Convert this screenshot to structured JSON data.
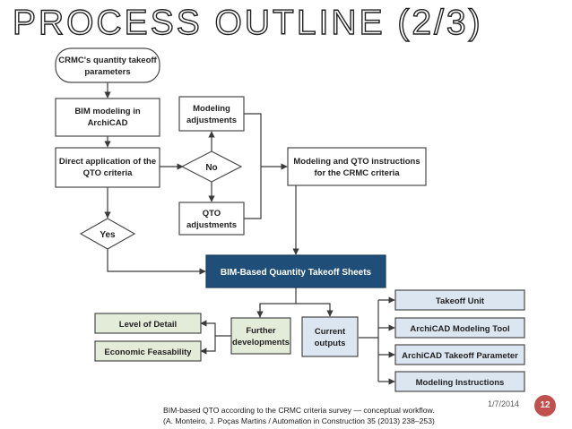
{
  "slide": {
    "title": "PROCESS OUTLINE (2/3)",
    "date": "1/7/2014",
    "page_number": "12"
  },
  "caption": {
    "line1": "BIM-based QTO according to the CRMC criteria survey — conceptual workflow.",
    "line2": "(A. Monteiro, J. Poças Martins / Automation in Construction 35 (2013) 238–253)"
  },
  "colors": {
    "box_fill": "#ffffff",
    "box_stroke": "#4a4a4a",
    "highlight_fill": "#1f4e79",
    "highlight_text": "#ffffff",
    "blue_fill": "#dce6f1",
    "green_fill": "#e3ebd9",
    "badge": "#c0504d"
  },
  "nodes": {
    "crmc_params": [
      "CRMC's quantity takeoff",
      "parameters"
    ],
    "bim_modeling": [
      "BIM modeling in",
      "ArchiCAD"
    ],
    "direct_application": [
      "Direct application of the",
      "QTO criteria"
    ],
    "decision_no": "No",
    "decision_yes": "Yes",
    "modeling_adjustments": [
      "Modeling",
      "adjustments"
    ],
    "qto_adjustments": [
      "QTO",
      "adjustments"
    ],
    "modeling_qto_instructions": [
      "Modeling and QTO instructions",
      "for the CRMC criteria"
    ],
    "takeoff_sheets": "BIM-Based Quantity Takeoff Sheets",
    "further_developments": [
      "Further",
      "developments"
    ],
    "current_outputs": [
      "Current",
      "outputs"
    ],
    "level_of_detail": "Level of Detail",
    "economic_feasability": "Economic Feasability",
    "takeoff_unit": "Takeoff Unit",
    "archicad_modeling_tool": "ArchiCAD Modeling Tool",
    "archicad_takeoff_parameter": "ArchiCAD Takeoff Parameter",
    "modeling_instructions": "Modeling Instructions"
  }
}
